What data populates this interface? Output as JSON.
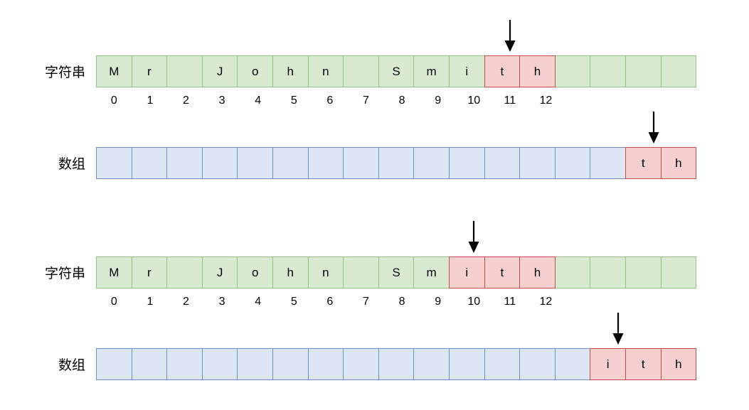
{
  "diagram": {
    "title_text": "",
    "colors": {
      "string_fill": "#d9ead3",
      "string_border": "#93c47d",
      "array_fill": "#dce6f5",
      "array_border": "#6d8fc4",
      "highlight_fill": "#f6cfcf",
      "highlight_border": "#c0504d",
      "arrow": "#000000",
      "text": "#000000"
    },
    "labels": {
      "string": "字符串",
      "array": "数组"
    },
    "cell_count": 17,
    "indices": [
      "0",
      "1",
      "2",
      "3",
      "4",
      "5",
      "6",
      "7",
      "8",
      "9",
      "10",
      "11",
      "12"
    ]
  },
  "panels": [
    {
      "id": "panel-1",
      "string_row": {
        "label": "字符串",
        "cells": [
          {
            "char": "M",
            "highlight": false
          },
          {
            "char": "r",
            "highlight": false
          },
          {
            "char": "",
            "highlight": false
          },
          {
            "char": "J",
            "highlight": false
          },
          {
            "char": "o",
            "highlight": false
          },
          {
            "char": "h",
            "highlight": false
          },
          {
            "char": "n",
            "highlight": false
          },
          {
            "char": "",
            "highlight": false
          },
          {
            "char": "S",
            "highlight": false
          },
          {
            "char": "m",
            "highlight": false
          },
          {
            "char": "i",
            "highlight": false
          },
          {
            "char": "t",
            "highlight": true
          },
          {
            "char": "h",
            "highlight": true
          },
          {
            "char": "",
            "highlight": false
          },
          {
            "char": "",
            "highlight": false
          },
          {
            "char": "",
            "highlight": false
          },
          {
            "char": "",
            "highlight": false
          }
        ],
        "indices": [
          "0",
          "1",
          "2",
          "3",
          "4",
          "5",
          "6",
          "7",
          "8",
          "9",
          "10",
          "11",
          "12"
        ],
        "arrow_cell_index": 11
      },
      "array_row": {
        "label": "数组",
        "cells": [
          {
            "char": "",
            "highlight": false
          },
          {
            "char": "",
            "highlight": false
          },
          {
            "char": "",
            "highlight": false
          },
          {
            "char": "",
            "highlight": false
          },
          {
            "char": "",
            "highlight": false
          },
          {
            "char": "",
            "highlight": false
          },
          {
            "char": "",
            "highlight": false
          },
          {
            "char": "",
            "highlight": false
          },
          {
            "char": "",
            "highlight": false
          },
          {
            "char": "",
            "highlight": false
          },
          {
            "char": "",
            "highlight": false
          },
          {
            "char": "",
            "highlight": false
          },
          {
            "char": "",
            "highlight": false
          },
          {
            "char": "",
            "highlight": false
          },
          {
            "char": "",
            "highlight": false
          },
          {
            "char": "t",
            "highlight": true
          },
          {
            "char": "h",
            "highlight": true
          }
        ],
        "arrow_cell_index": 15
      }
    },
    {
      "id": "panel-2",
      "string_row": {
        "label": "字符串",
        "cells": [
          {
            "char": "M",
            "highlight": false
          },
          {
            "char": "r",
            "highlight": false
          },
          {
            "char": "",
            "highlight": false
          },
          {
            "char": "J",
            "highlight": false
          },
          {
            "char": "o",
            "highlight": false
          },
          {
            "char": "h",
            "highlight": false
          },
          {
            "char": "n",
            "highlight": false
          },
          {
            "char": "",
            "highlight": false
          },
          {
            "char": "S",
            "highlight": false
          },
          {
            "char": "m",
            "highlight": false
          },
          {
            "char": "i",
            "highlight": true
          },
          {
            "char": "t",
            "highlight": true
          },
          {
            "char": "h",
            "highlight": true
          },
          {
            "char": "",
            "highlight": false
          },
          {
            "char": "",
            "highlight": false
          },
          {
            "char": "",
            "highlight": false
          },
          {
            "char": "",
            "highlight": false
          }
        ],
        "indices": [
          "0",
          "1",
          "2",
          "3",
          "4",
          "5",
          "6",
          "7",
          "8",
          "9",
          "10",
          "11",
          "12"
        ],
        "arrow_cell_index": 10
      },
      "array_row": {
        "label": "数组",
        "cells": [
          {
            "char": "",
            "highlight": false
          },
          {
            "char": "",
            "highlight": false
          },
          {
            "char": "",
            "highlight": false
          },
          {
            "char": "",
            "highlight": false
          },
          {
            "char": "",
            "highlight": false
          },
          {
            "char": "",
            "highlight": false
          },
          {
            "char": "",
            "highlight": false
          },
          {
            "char": "",
            "highlight": false
          },
          {
            "char": "",
            "highlight": false
          },
          {
            "char": "",
            "highlight": false
          },
          {
            "char": "",
            "highlight": false
          },
          {
            "char": "",
            "highlight": false
          },
          {
            "char": "",
            "highlight": false
          },
          {
            "char": "",
            "highlight": false
          },
          {
            "char": "i",
            "highlight": true
          },
          {
            "char": "t",
            "highlight": true
          },
          {
            "char": "h",
            "highlight": true
          }
        ],
        "arrow_cell_index": 14
      }
    }
  ]
}
